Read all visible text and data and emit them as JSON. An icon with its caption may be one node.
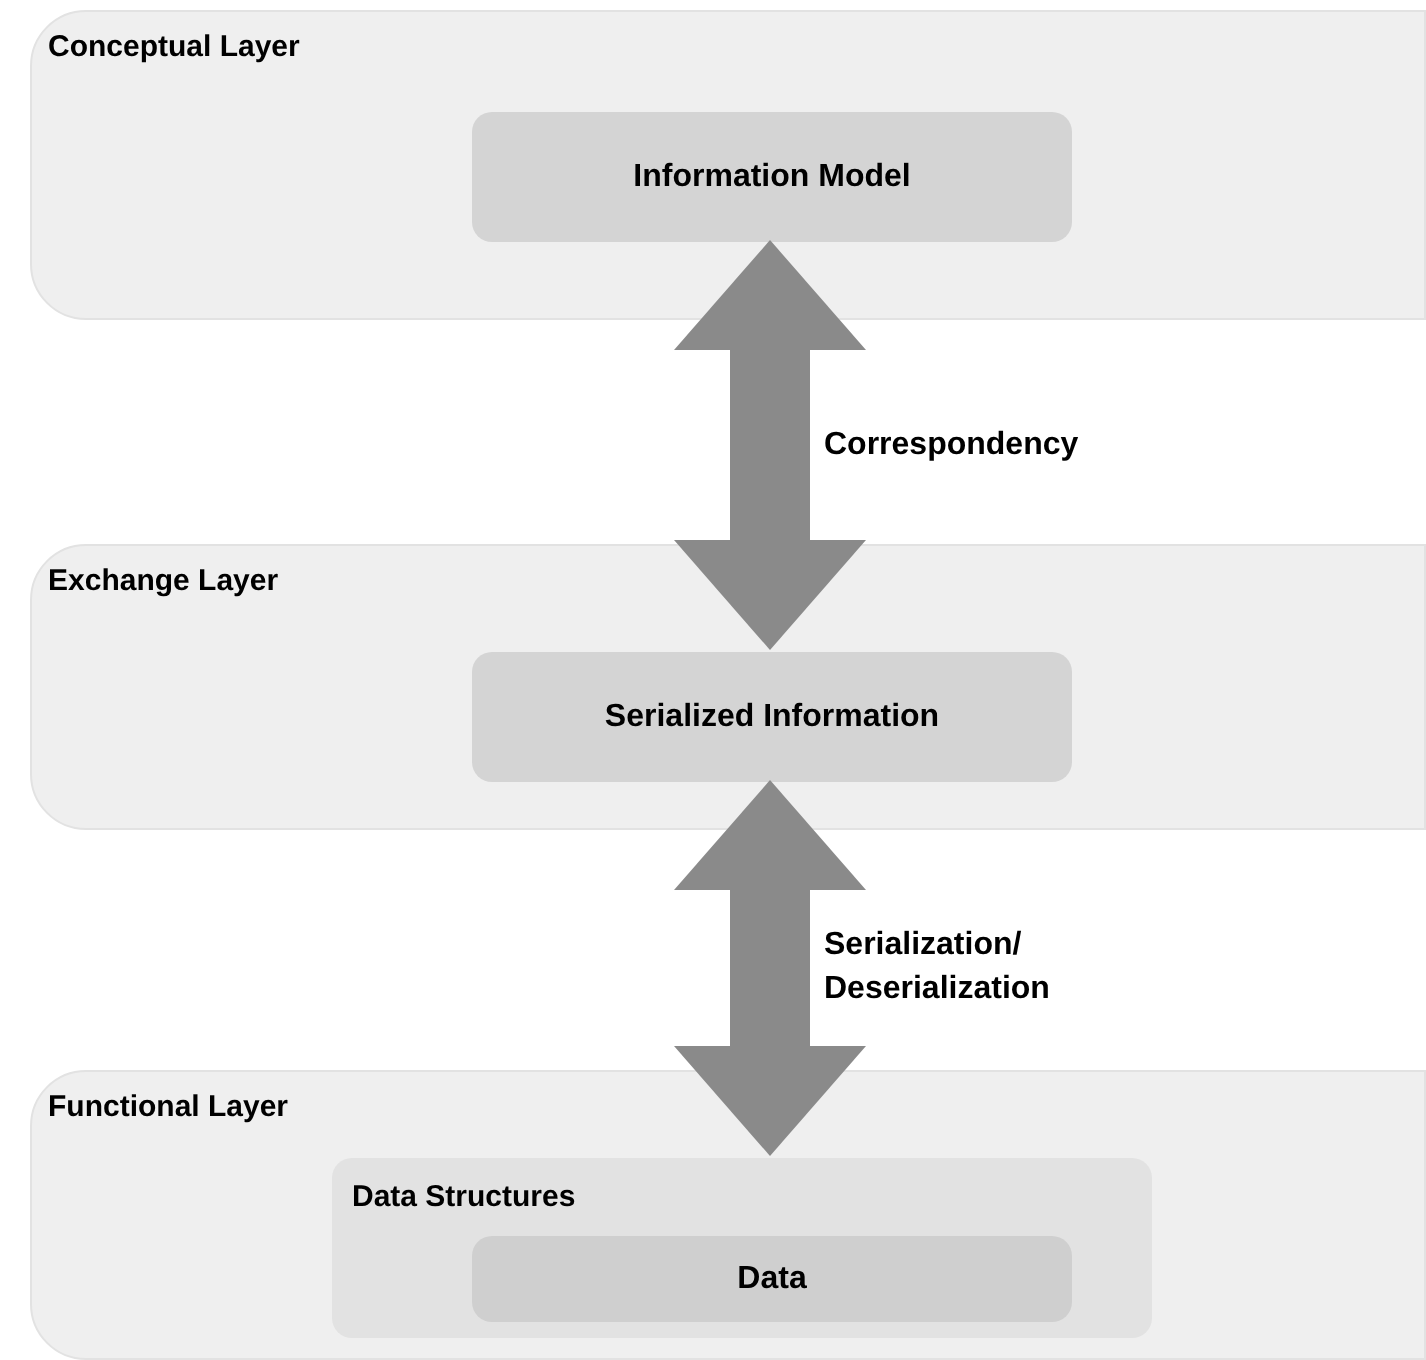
{
  "diagram": {
    "nodes": [
      {
        "text": [
          "Conceptual Layer"
        ]
      },
      {
        "text": [
          "Information Model"
        ],
        "in": 0
      },
      {
        "text": [
          "Exchange Layer"
        ]
      },
      {
        "text": [
          "Serialized Information"
        ],
        "in": 2
      },
      {
        "text": [
          "Functional Layer"
        ]
      },
      {
        "text": [
          "Data Structures"
        ],
        "in": 4
      },
      {
        "text": [
          "Data"
        ],
        "in": 5
      }
    ],
    "edges": [
      {
        "from": 1,
        "to": 3,
        "arrow": "both",
        "label": "Correspondency"
      },
      {
        "from": 3,
        "to": 5,
        "arrow": "both",
        "label": "Serialization/ Deserialization"
      }
    ]
  }
}
